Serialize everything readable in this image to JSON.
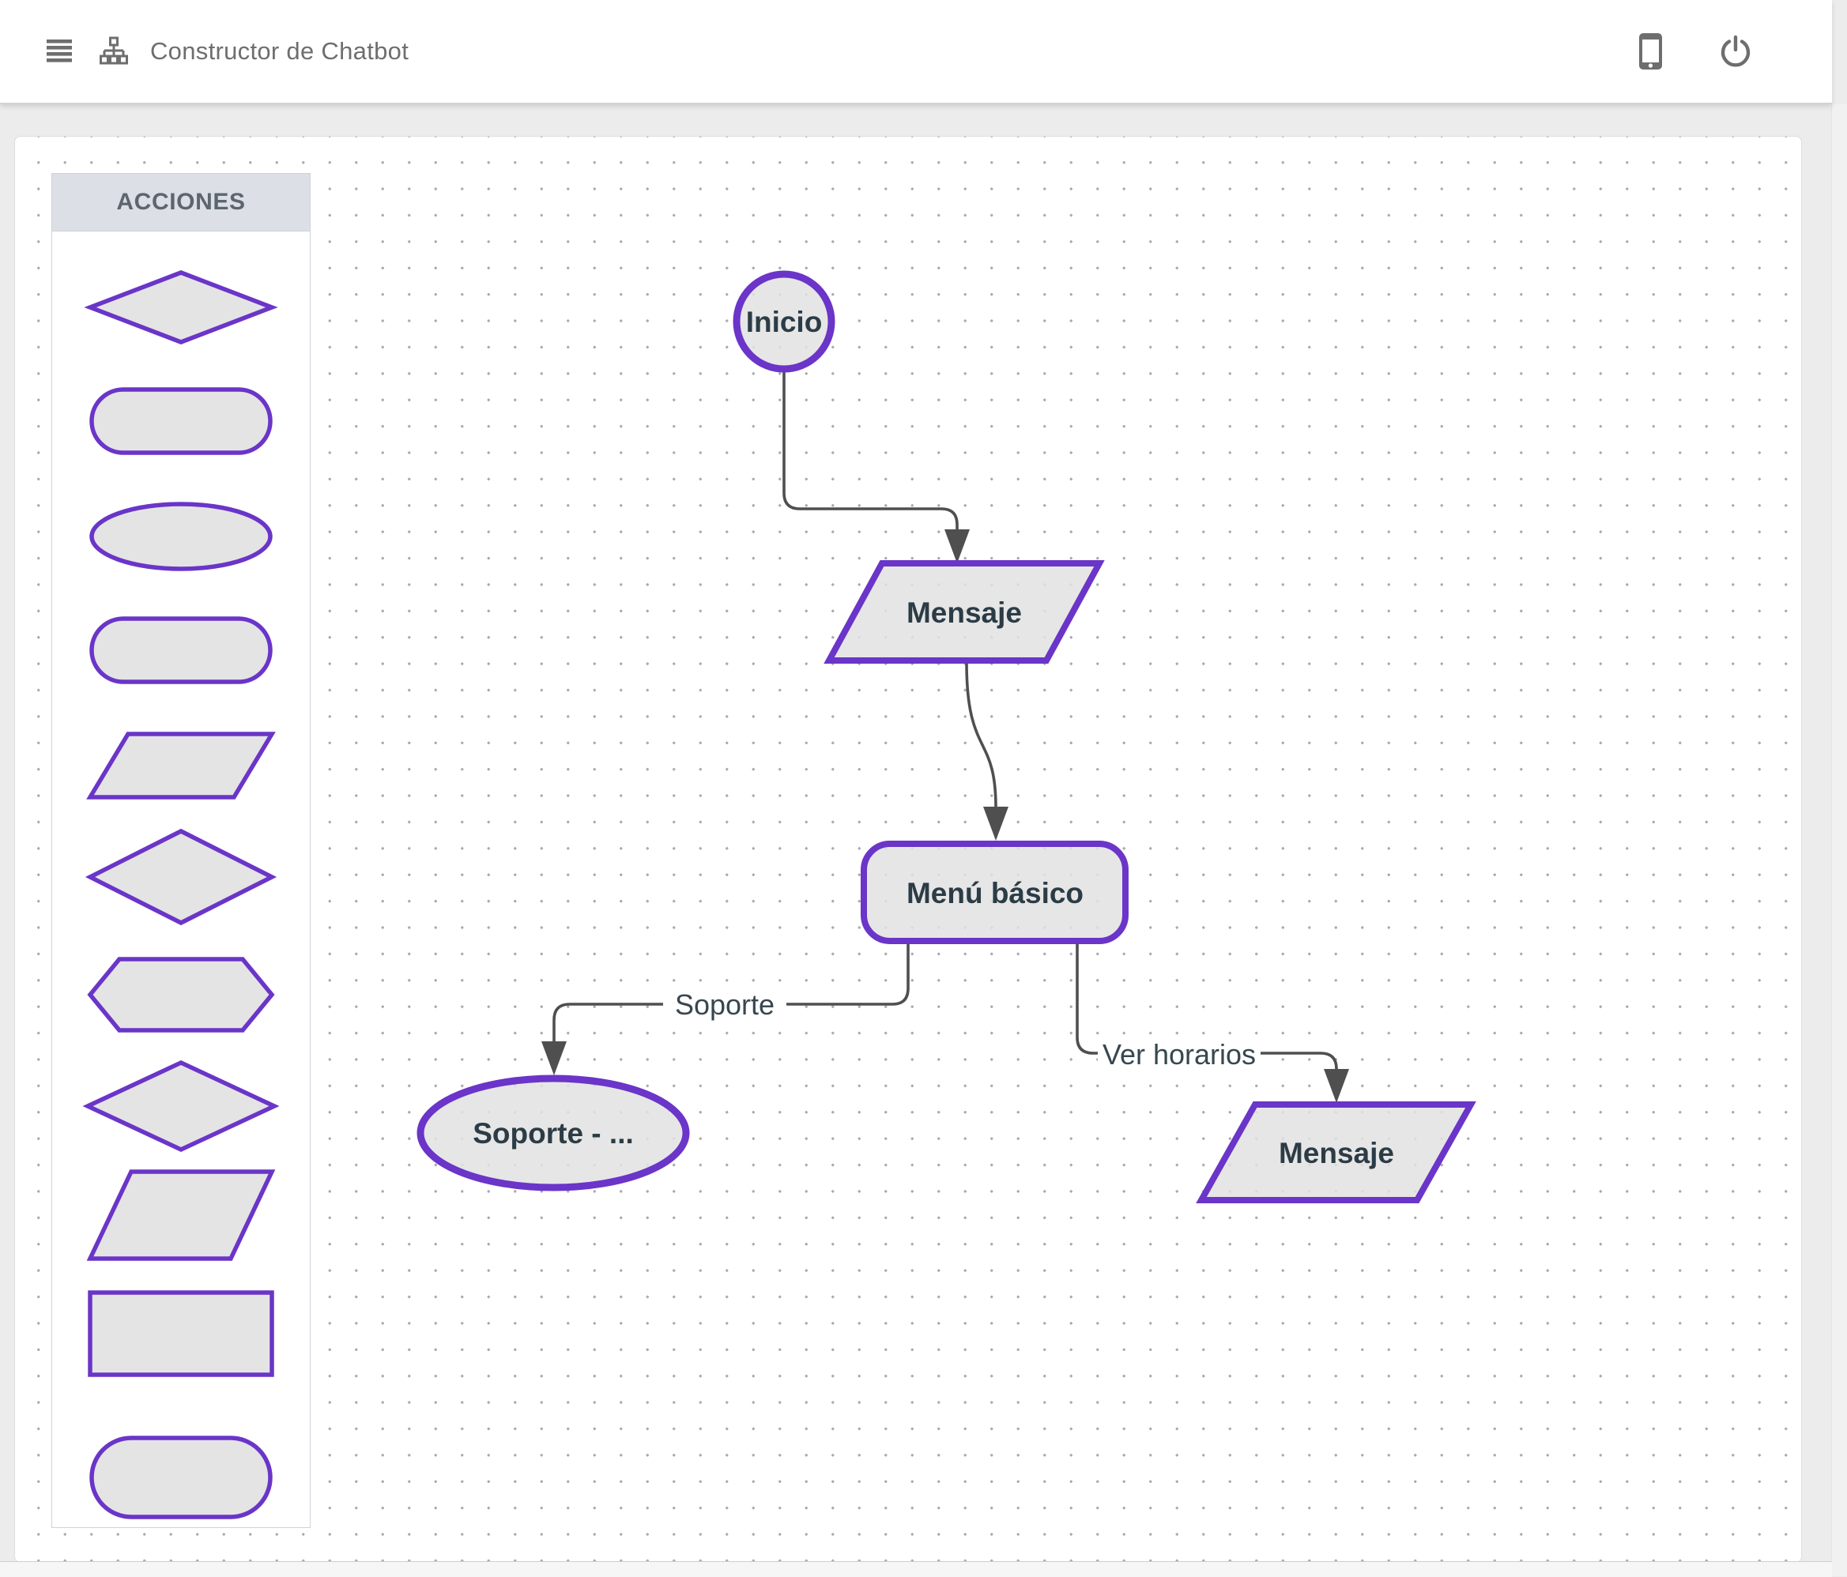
{
  "header": {
    "title": "Constructor de Chatbot",
    "menu_icon": "hamburger-menu",
    "flow_icon": "sitemap",
    "preview_icon": "smartphone",
    "logout_icon": "power"
  },
  "palette": {
    "title": "ACCIONES",
    "items": [
      {
        "shape": "diamond"
      },
      {
        "shape": "rounded-rectangle"
      },
      {
        "shape": "ellipse"
      },
      {
        "shape": "rounded-rectangle"
      },
      {
        "shape": "parallelogram"
      },
      {
        "shape": "diamond"
      },
      {
        "shape": "hexagon"
      },
      {
        "shape": "diamond"
      },
      {
        "shape": "parallelogram"
      },
      {
        "shape": "rectangle"
      },
      {
        "shape": "rounded-rectangle"
      }
    ]
  },
  "canvas": {
    "nodes": [
      {
        "id": "inicio",
        "type": "circle",
        "label": "Inicio"
      },
      {
        "id": "mensaje-1",
        "type": "parallelogram",
        "label": "Mensaje"
      },
      {
        "id": "menu-basico",
        "type": "rounded-rectangle",
        "label": "Menú básico"
      },
      {
        "id": "soporte",
        "type": "ellipse",
        "label": "Soporte - ..."
      },
      {
        "id": "mensaje-2",
        "type": "parallelogram",
        "label": "Mensaje"
      }
    ],
    "edges": [
      {
        "from": "inicio",
        "to": "mensaje-1",
        "label": ""
      },
      {
        "from": "mensaje-1",
        "to": "menu-basico",
        "label": ""
      },
      {
        "from": "menu-basico",
        "to": "soporte",
        "label": "Soporte"
      },
      {
        "from": "menu-basico",
        "to": "mensaje-2",
        "label": "Ver horarios"
      }
    ]
  },
  "colors": {
    "accent_purple": "#6a35c8",
    "node_fill": "#e2e2e2",
    "edge_gray": "#4f4f4f",
    "node_text": "#2c3c46",
    "header_text": "#6e6e6e"
  }
}
